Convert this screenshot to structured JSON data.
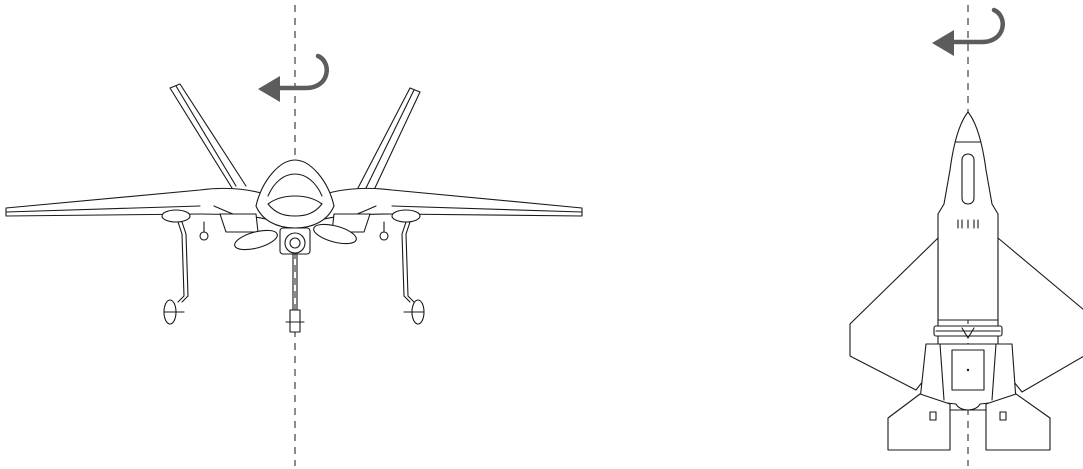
{
  "figure": {
    "panels": [
      {
        "id": "front-view",
        "view": "front",
        "rotation_indicator": "counter-clockwise-arrow"
      },
      {
        "id": "top-view",
        "view": "top",
        "rotation_indicator": "counter-clockwise-arrow"
      }
    ],
    "colors": {
      "line": "#1a1a1a",
      "arrow": "#5c5c5c",
      "background": "#ffffff"
    },
    "icons": [
      "rotate-arrow-icon",
      "axis-line"
    ]
  }
}
